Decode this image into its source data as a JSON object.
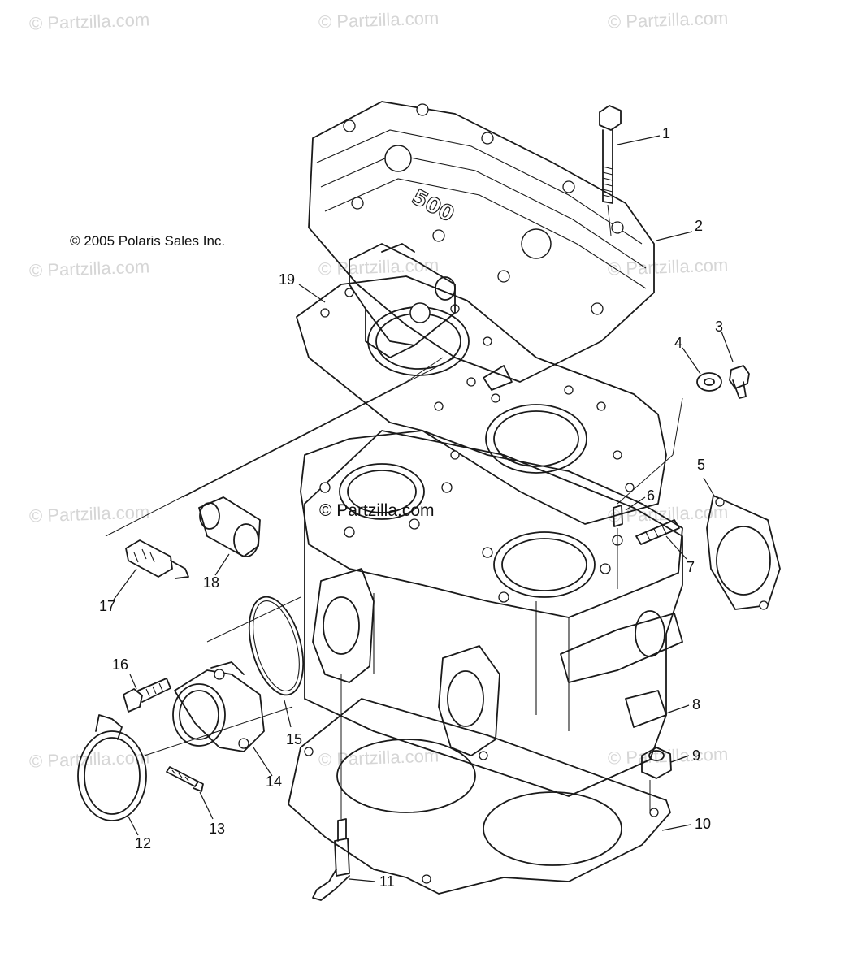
{
  "watermark_text": "© Partzilla.com",
  "copyright": "© 2005 Polaris Sales Inc.",
  "center_watermark": "© Partzilla.com",
  "callouts": [
    "1",
    "2",
    "3",
    "4",
    "5",
    "6",
    "7",
    "8",
    "9",
    "10",
    "11",
    "12",
    "13",
    "14",
    "15",
    "16",
    "17",
    "18",
    "19"
  ]
}
